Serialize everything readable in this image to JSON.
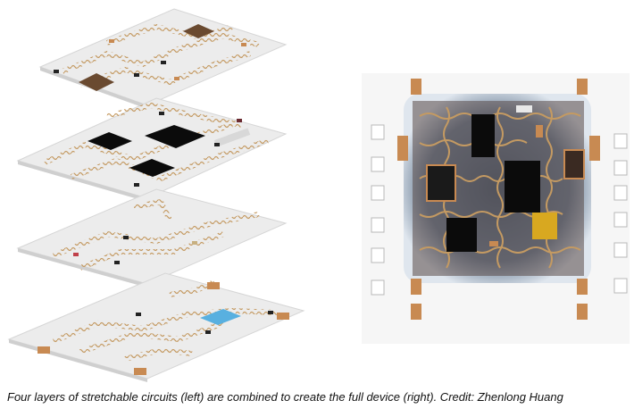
{
  "figure": {
    "caption": "Four layers of stretchable circuits (left) are combined to create the full device (right). Credit: Zhenlong Huang"
  },
  "layers": [
    {
      "name": "layer-1",
      "type": "top-components"
    },
    {
      "name": "layer-2",
      "type": "chips"
    },
    {
      "name": "layer-3",
      "type": "interconnects"
    },
    {
      "name": "layer-4",
      "type": "base-with-pads"
    }
  ],
  "colors": {
    "board": "#ececec",
    "trace": "#c49a62",
    "chip": "#0b0b0b",
    "pad": "#c88a52",
    "device_bg": "#f6f6f6",
    "device_halo": "#8fa2b8",
    "antenna": "#58b0e0"
  }
}
